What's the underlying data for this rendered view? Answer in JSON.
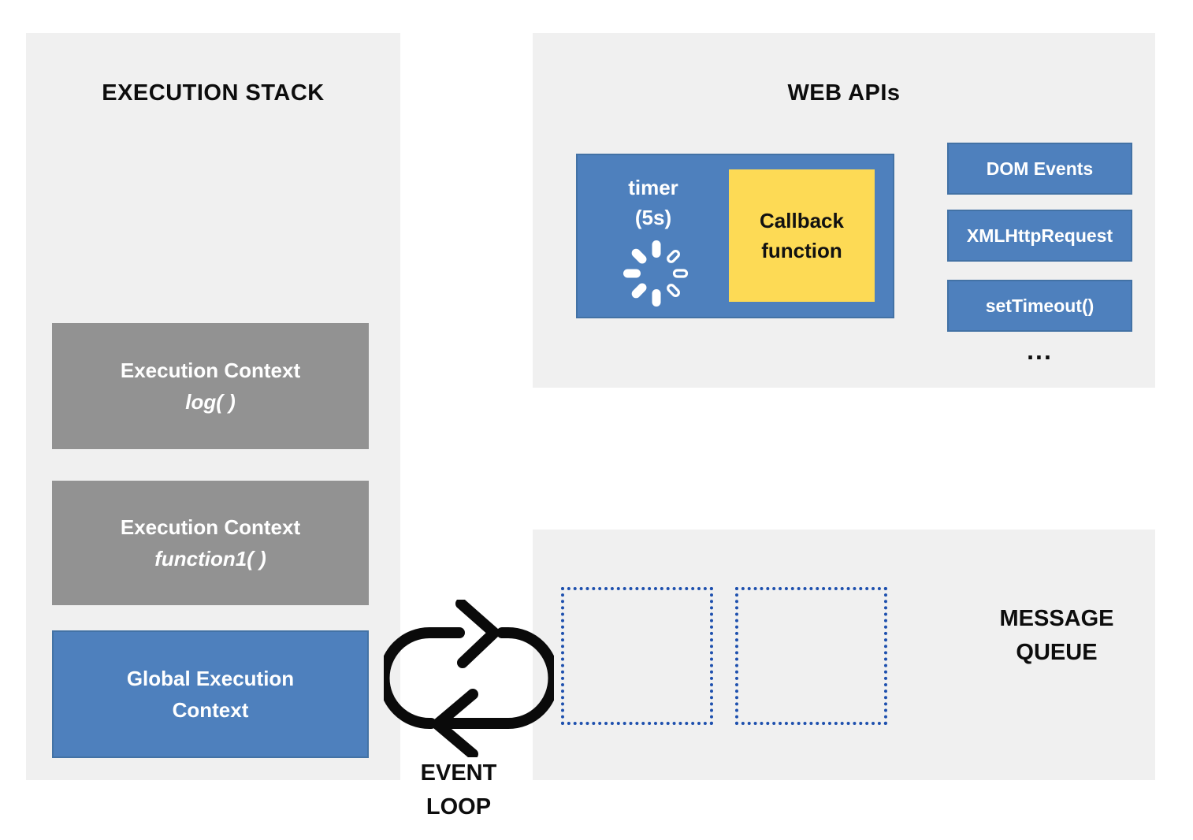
{
  "colors": {
    "panel_background": "#f0f0f0",
    "accent_blue": "#4e80bd",
    "accent_gray": "#929292",
    "accent_yellow": "#fdda55",
    "queue_dot_blue": "#1e50ae",
    "text_dark": "#0d0d0d",
    "text_light": "#ffffff"
  },
  "execution_stack": {
    "title": "EXECUTION STACK",
    "boxes": [
      {
        "line1": "Execution Context",
        "line2": "log( )",
        "variant": "gray"
      },
      {
        "line1": "Execution Context",
        "line2": "function1( )",
        "variant": "gray"
      },
      {
        "line1": "Global Execution",
        "line2": "Context",
        "variant": "blue"
      }
    ]
  },
  "web_apis": {
    "title": "WEB APIs",
    "timer_box": {
      "label_line1": "timer",
      "label_line2": "(5s)",
      "spinner_icon": "loading-spinner-icon",
      "callback_line1": "Callback",
      "callback_line2": "function"
    },
    "api_items": [
      "DOM Events",
      "XMLHttpRequest",
      "setTimeout()"
    ],
    "more_indicator": "..."
  },
  "message_queue": {
    "title_line1": "MESSAGE",
    "title_line2": "QUEUE",
    "empty_slot_count": 2
  },
  "event_loop": {
    "icon": "loop-arrows-icon",
    "label_line1": "EVENT",
    "label_line2": "LOOP"
  }
}
